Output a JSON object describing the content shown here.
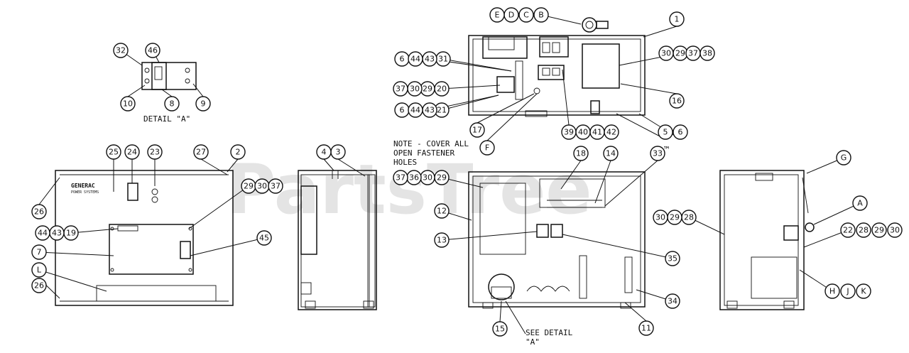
{
  "watermark": "PartsTree",
  "watermark_tm": "™",
  "notes": {
    "detail_a_title": "DETAIL \"A\"",
    "note_line1": "NOTE - COVER ALL",
    "note_line2": "OPEN FASTENER",
    "note_line3": "HOLES",
    "see_detail_line1": "SEE DETAIL",
    "see_detail_line2": "\"A\""
  },
  "brand": {
    "name": "GENERAC",
    "sub": "POWER SYSTEMS"
  },
  "callouts": [
    "1",
    "2",
    "3",
    "4",
    "5",
    "6",
    "7",
    "8",
    "9",
    "10",
    "11",
    "12",
    "13",
    "14",
    "15",
    "16",
    "17",
    "18",
    "19",
    "20",
    "21",
    "22",
    "23",
    "24",
    "25",
    "26",
    "27",
    "28",
    "29",
    "30",
    "31",
    "32",
    "33",
    "34",
    "35",
    "36",
    "37",
    "38",
    "39",
    "40",
    "41",
    "42",
    "43",
    "44",
    "45",
    "46",
    "A",
    "B",
    "C",
    "D",
    "E",
    "F",
    "G",
    "H",
    "J",
    "K",
    "L"
  ]
}
